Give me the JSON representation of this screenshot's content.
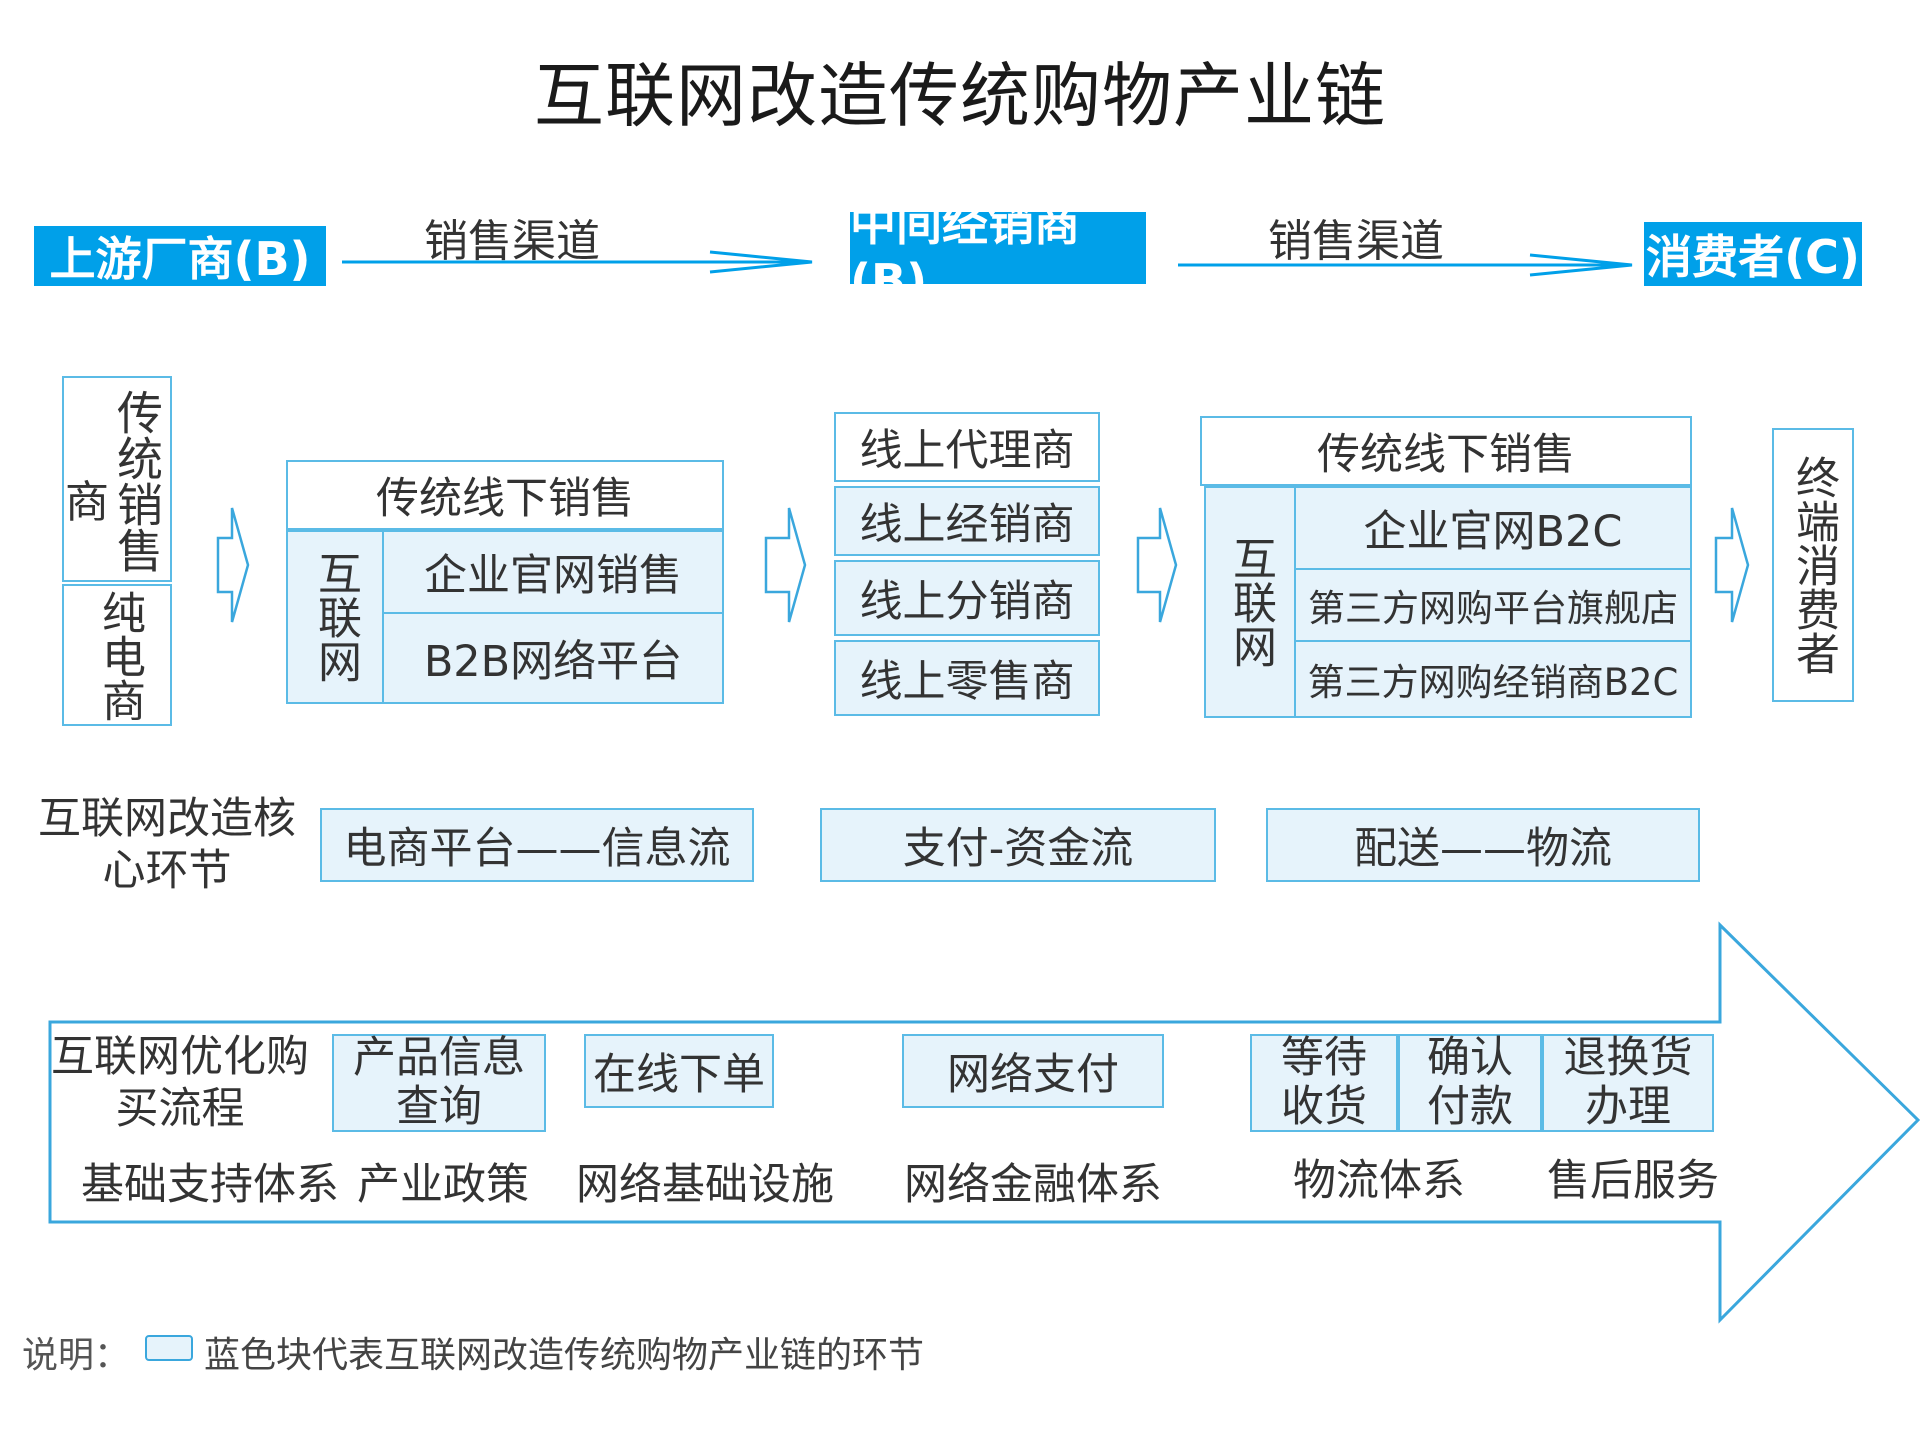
{
  "title": "互联网改造传统购物产业链",
  "stages": {
    "upstream": "上游厂商(B)",
    "middle": "中间经销商(B)",
    "consumer": "消费者(C)"
  },
  "channel_labels": [
    "销售渠道",
    "销售渠道"
  ],
  "upstream_col": {
    "traditional_a": "传统销售",
    "traditional_b": "商",
    "pure_ecommerce": "纯电商"
  },
  "block1": {
    "header": "传统线下销售",
    "internet": "互联网",
    "rows": [
      "企业官网销售",
      "B2B网络平台"
    ]
  },
  "middle_list": [
    "线上代理商",
    "线上经销商",
    "线上分销商",
    "线上零售商"
  ],
  "block3": {
    "header": "传统线下销售",
    "internet": "互联网",
    "rows": [
      "企业官网B2C",
      "第三方网购平台旗舰店",
      "第三方网购经销商B2C"
    ]
  },
  "end_consumer": "终端消费者",
  "core": {
    "label": "互联网改造核心环节",
    "items": [
      "电商平台——信息流",
      "支付-资金流",
      "配送——物流"
    ]
  },
  "flow": {
    "label": "互联网优化购买流程",
    "steps": [
      "产品信息查询",
      "在线下单",
      "网络支付",
      "等待收货",
      "确认付款",
      "退换货办理"
    ]
  },
  "support": {
    "label": "基础支持体系",
    "items": [
      "产业政策",
      "网络基础设施",
      "网络金融体系",
      "物流体系",
      "售后服务"
    ]
  },
  "note": {
    "prefix": "说明：",
    "text": "蓝色块代表互联网改造传统购物产业链的环节"
  },
  "colors": {
    "accent": "#00a0e9",
    "border": "#5bbbe6",
    "light_fill": "#e6f3fb"
  }
}
